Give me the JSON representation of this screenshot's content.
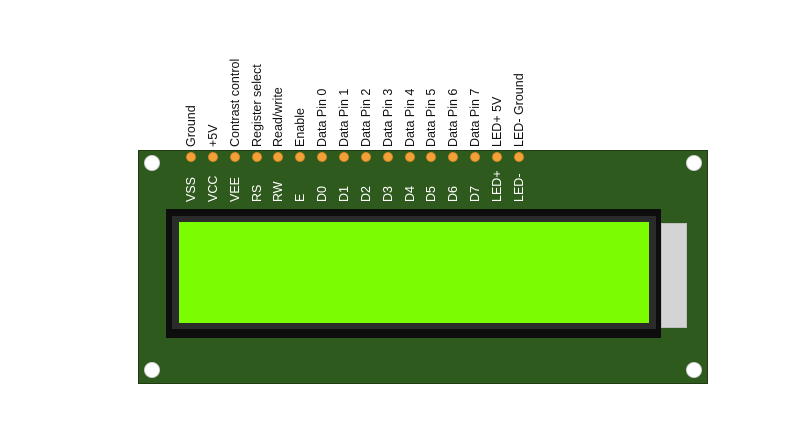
{
  "diagram": {
    "colors": {
      "board": "#2f5a1d",
      "screen": "#7cfc00",
      "bezel": "#0d0d0d",
      "pin": "#f2a13a",
      "backlight": "#d4d4d4"
    },
    "pins": [
      {
        "label": "VSS",
        "description": "Ground"
      },
      {
        "label": "VCC",
        "description": "+5V"
      },
      {
        "label": "VEE",
        "description": "Contrast control"
      },
      {
        "label": "RS",
        "description": "Register select"
      },
      {
        "label": "RW",
        "description": "Read/write"
      },
      {
        "label": "E",
        "description": "Enable"
      },
      {
        "label": "D0",
        "description": "Data Pin 0"
      },
      {
        "label": "D1",
        "description": "Data Pin 1"
      },
      {
        "label": "D2",
        "description": "Data Pin 2"
      },
      {
        "label": "D3",
        "description": "Data Pin 3"
      },
      {
        "label": "D4",
        "description": "Data Pin 4"
      },
      {
        "label": "D5",
        "description": "Data Pin 5"
      },
      {
        "label": "D6",
        "description": "Data Pin 6"
      },
      {
        "label": "D7",
        "description": "Data Pin 7"
      },
      {
        "label": "LED+",
        "description": "LED+ 5V"
      },
      {
        "label": "LED-",
        "description": "LED- Ground"
      }
    ]
  }
}
